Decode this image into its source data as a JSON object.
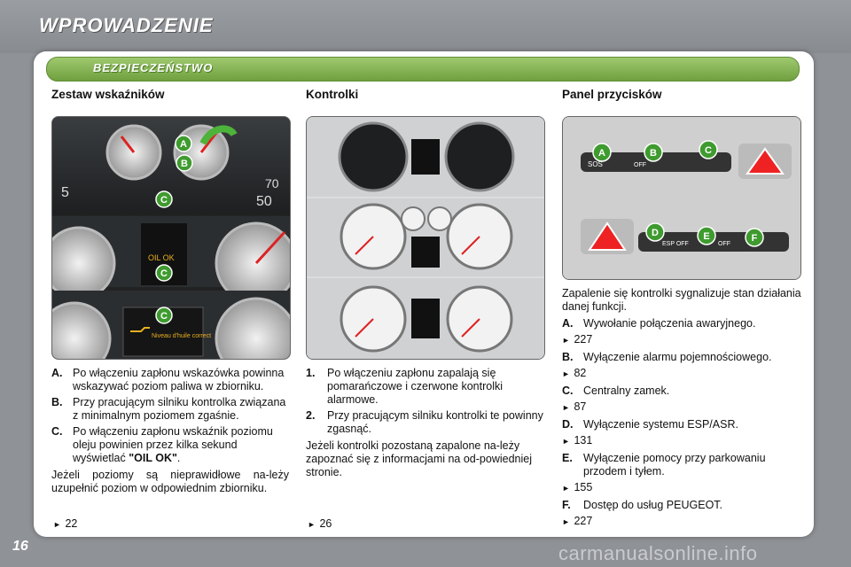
{
  "page": {
    "title": "WPROWADZENIE",
    "number": "16",
    "watermark": "carmanualsonline.info"
  },
  "section": {
    "title": "BEZPIECZEŃSTWO"
  },
  "col1": {
    "title": "Zestaw wskaźników",
    "items": [
      {
        "key": "A.",
        "text": "Po włączeniu zapłonu wskazówka powinna wskazywać poziom paliwa w zbiorniku."
      },
      {
        "key": "B.",
        "text": "Przy pracującym silniku kontrolka związana z minimalnym poziomem zgaśnie."
      },
      {
        "key": "C.",
        "text_before": "Po włączeniu zapłonu wskaźnik poziomu oleju powinien przez kilka sekund wyświetlać ",
        "text_bold": "\"OIL OK\"",
        "text_after": "."
      }
    ],
    "note": "Jeżeli poziomy są nieprawidłowe na-leży uzupełnić poziom w odpowiednim zbiorniku.",
    "ref": "22"
  },
  "col2": {
    "title": "Kontrolki",
    "items": [
      {
        "key": "1.",
        "text": "Po włączeniu zapłonu zapalają się pomarańczowe i czerwone kontrolki alarmowe."
      },
      {
        "key": "2.",
        "text": "Przy pracującym silniku kontrolki te powinny zgasnąć."
      }
    ],
    "note": "Jeżeli kontrolki pozostaną zapalone na-leży zapoznać się z informacjami na od-powiedniej stronie.",
    "ref": "26"
  },
  "col3": {
    "title": "Panel przycisków",
    "intro": "Zapalenie się kontrolki sygnalizuje stan działania danej funkcji.",
    "items": [
      {
        "key": "A.",
        "text": "Wywołanie połączenia awaryjnego.",
        "ref": "227"
      },
      {
        "key": "B.",
        "text": "Wyłączenie alarmu pojemnościowego.",
        "ref": "82"
      },
      {
        "key": "C.",
        "text": "Centralny zamek.",
        "ref": "87"
      },
      {
        "key": "D.",
        "text": "Wyłączenie systemu ESP/ASR.",
        "ref": "131"
      },
      {
        "key": "E.",
        "text": "Wyłączenie pomocy przy parkowaniu przodem i tyłem.",
        "ref": "155"
      },
      {
        "key": "F.",
        "text": "Dostęp do usług PEUGEOT.",
        "ref": "227"
      }
    ]
  },
  "photo_labels": {
    "col1": [
      "A",
      "B",
      "C",
      "C",
      "C"
    ],
    "col1_display": [
      "OIL OK",
      "Niveau d'huile correct"
    ],
    "col3": [
      "A",
      "B",
      "C",
      "D",
      "E",
      "F"
    ],
    "col3_buttons": [
      "SOS",
      "OFF",
      "ESP OFF",
      "OFF"
    ]
  },
  "colors": {
    "accent_green": "#7fb04f",
    "label_green": "#3f9b2f",
    "label_red": "#cc2222"
  }
}
